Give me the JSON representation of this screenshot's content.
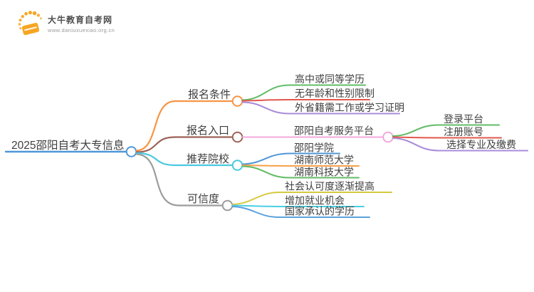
{
  "logo": {
    "title": "大牛教育自考网",
    "url": "www.daniuxuexiao.org.cn",
    "icon_color": "#F6A623",
    "title_color": "#4d4d4d",
    "url_color": "#9a9a9a"
  },
  "mindmap": {
    "text_color": "#3e3e3e",
    "root": {
      "label": "2025邵阳自考大专信息",
      "color": "#4E97D8"
    },
    "branches": [
      {
        "label": "报名条件",
        "color": "#F79545",
        "children": [
          {
            "label": "高中或同等学历",
            "color": "#61BC66"
          },
          {
            "label": "无年龄和性别限制",
            "color": "#E2574C"
          },
          {
            "label": "外省籍需工作或学习证明",
            "color": "#A98CD8"
          }
        ]
      },
      {
        "label": "报名入口",
        "color": "#9E6258",
        "children": [
          {
            "label": "邵阳自考服务平台",
            "color": "#F2A8DC",
            "children": [
              {
                "label": "登录平台",
                "color": "#61BC66"
              },
              {
                "label": "注册账号",
                "color": "#E2574C"
              },
              {
                "label": "选择专业及缴费",
                "color": "#A98CD8"
              }
            ]
          }
        ]
      },
      {
        "label": "推荐院校",
        "color": "#4AC8DF",
        "children": [
          {
            "label": "邵阳学院",
            "color": "#4E97D8"
          },
          {
            "label": "湖南师范大学",
            "color": "#F5A04A"
          },
          {
            "label": "湖南科技大学",
            "color": "#61BC66"
          }
        ]
      },
      {
        "label": "可信度",
        "color": "#9C9C9C",
        "children": [
          {
            "label": "社会认可度逐渐提高",
            "color": "#D5C93F"
          },
          {
            "label": "增加就业机会",
            "color": "#49CFE4"
          },
          {
            "label": "国家承认的学历",
            "color": "#5BA1DE"
          }
        ]
      }
    ]
  }
}
